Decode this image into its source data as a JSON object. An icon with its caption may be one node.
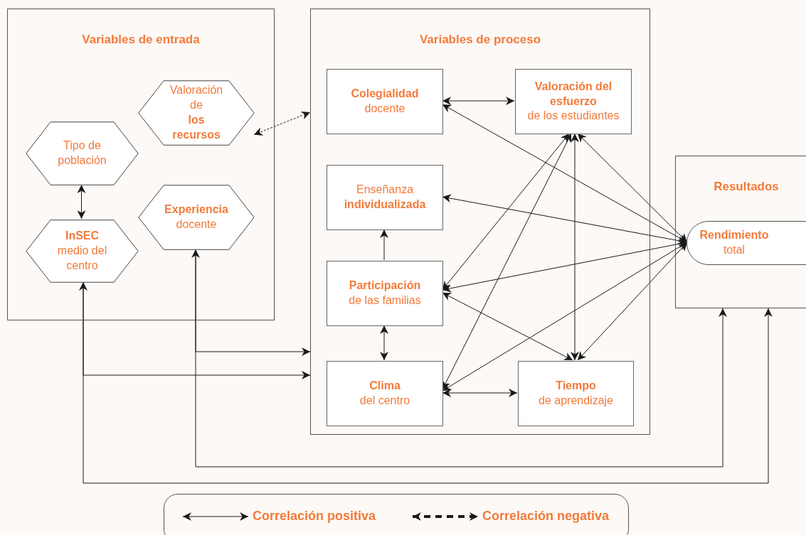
{
  "diagram": {
    "nodes": [
      {
        "text": [
          "Variables de  entrada"
        ]
      },
      {
        "text": [
          "Valoración de **los recursos**"
        ],
        "in": 0
      },
      {
        "text": [
          "Tipo de población"
        ],
        "in": 0
      },
      {
        "text": [
          "**InSEC** medio del centro"
        ],
        "in": 0
      },
      {
        "text": [
          "**Experiencia** docente"
        ],
        "in": 0
      },
      {
        "text": [
          "Variables de proceso"
        ]
      },
      {
        "text": [
          "**Colegialidad** docente"
        ],
        "in": 5
      },
      {
        "text": [
          "**Valoración del esfuerzo** de los estudiantes"
        ],
        "in": 5
      },
      {
        "text": [
          "Enseñanza **individualizada**"
        ],
        "in": 5
      },
      {
        "text": [
          "**Participación** de las familias"
        ],
        "in": 5
      },
      {
        "text": [
          "**Clima** del centro"
        ],
        "in": 5
      },
      {
        "text": [
          "**Tiempo** de aprendizaje"
        ],
        "in": 5
      },
      {
        "text": [
          "Resultados"
        ]
      },
      {
        "text": [
          "**Rendimiento** total"
        ],
        "in": 12
      }
    ],
    "edges": [
      {
        "from": 1,
        "to": 5,
        "arrow": "both",
        "style": "dashed"
      },
      {
        "from": 2,
        "to": 3,
        "arrow": "both"
      },
      {
        "from": 6,
        "to": 7,
        "arrow": "both"
      },
      {
        "from": 6,
        "to": 13,
        "arrow": "both"
      },
      {
        "from": 13,
        "to": 8,
        "arrow": "both"
      },
      {
        "from": 9,
        "to": 8,
        "arrow": "to"
      },
      {
        "from": 7,
        "to": 9,
        "arrow": "both"
      },
      {
        "from": 7,
        "to": 10,
        "arrow": "both"
      },
      {
        "from": 7,
        "to": 11,
        "arrow": "both"
      },
      {
        "from": 7,
        "to": 13,
        "arrow": "both"
      },
      {
        "from": 13,
        "to": 9,
        "arrow": "both"
      },
      {
        "from": 13,
        "to": 10,
        "arrow": "both"
      },
      {
        "from": 13,
        "to": 11,
        "arrow": "both"
      },
      {
        "from": 9,
        "to": 11,
        "arrow": "both"
      },
      {
        "from": 9,
        "to": 10,
        "arrow": "both"
      },
      {
        "from": 10,
        "to": 11,
        "arrow": "both"
      },
      {
        "from": 4,
        "to": 12,
        "arrow": "both"
      },
      {
        "from": 4,
        "to": 5,
        "arrow": "to"
      },
      {
        "from": 3,
        "to": 12,
        "arrow": "both"
      },
      {
        "from": 3,
        "to": 5,
        "arrow": "to"
      }
    ],
    "legend": [
      {
        "text": "Correlación positiva"
      },
      {
        "text": "Correlación negativa"
      }
    ]
  }
}
